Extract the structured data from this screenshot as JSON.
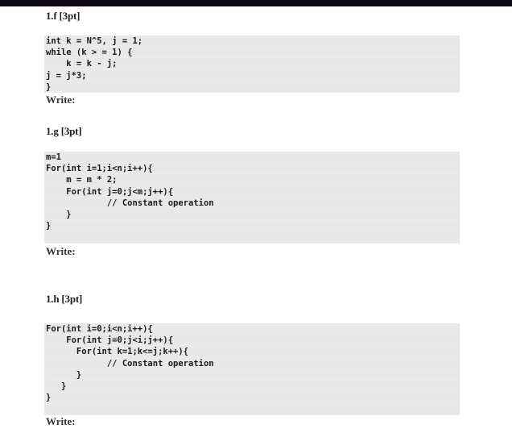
{
  "sections": [
    {
      "heading": "1.f  [3pt]",
      "code_lines": [
        "int k = N^5, j = 1;",
        "while (k > = 1) {",
        "    k = k - j;",
        "j = j*3;",
        "}"
      ],
      "write_label": "Write:"
    },
    {
      "heading": "1.g [3pt]",
      "code_lines": [
        "m=1",
        "For(int i=1;i<n;i++){",
        "    m = m * 2;",
        "    For(int j=0;j<m;j++){",
        "            // Constant operation",
        "    }",
        "}",
        ""
      ],
      "write_label": "Write:"
    },
    {
      "heading": "1.h [3pt]",
      "code_lines": [
        "For(int i=0;i<n;i++){",
        "    For(int j=0;j<i;j++){",
        "      For(int k=1;k<=j;k++){",
        "            // Constant operation",
        "      }",
        "   }",
        "}",
        ""
      ],
      "write_label": "Write:"
    }
  ],
  "colors": {
    "code_background": "#e8e8e8",
    "top_bar": "#0c0612",
    "literal_highlight": "#1d2a8a"
  }
}
